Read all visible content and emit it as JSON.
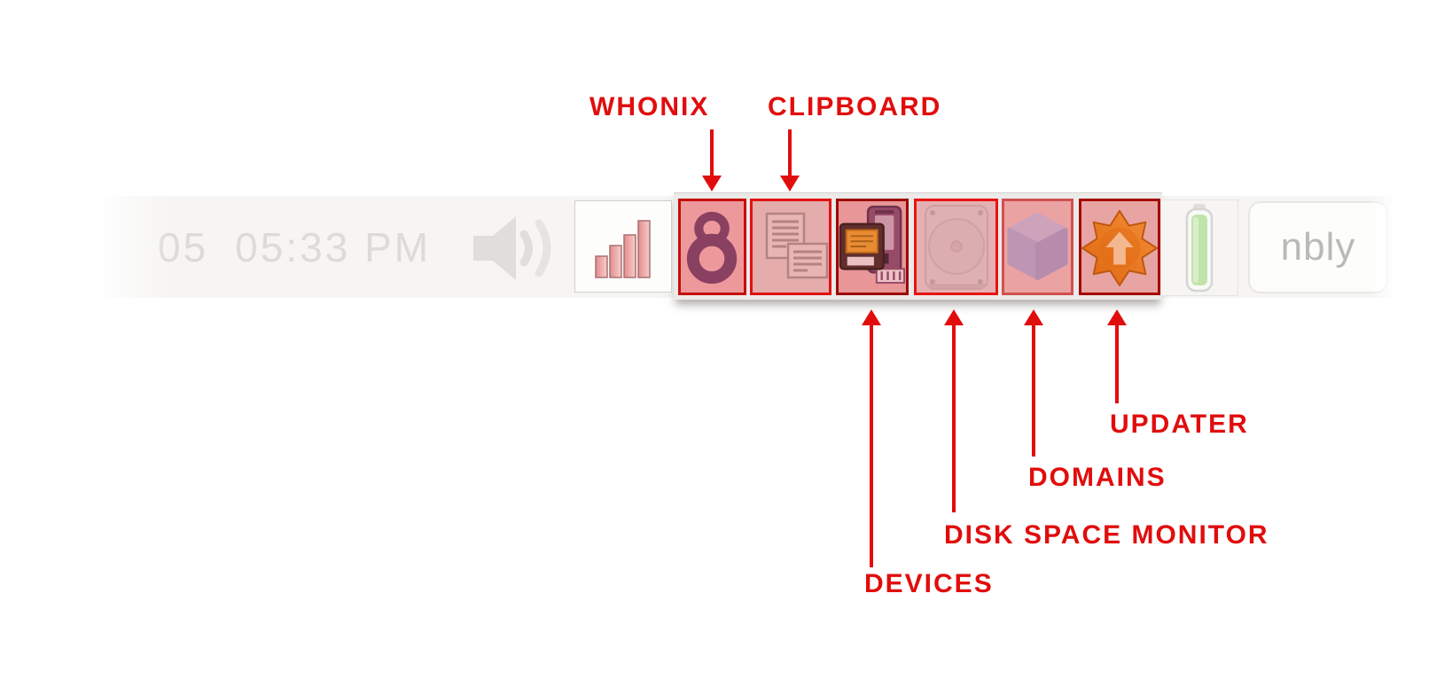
{
  "colors": {
    "annotation_red": "#e10d0d",
    "panel_bg": "#f6f5f3",
    "updater_orange": "#ee8019",
    "whonix_plum": "#7c3f66",
    "battery_green": "#bce3a4"
  },
  "annotations": {
    "whonix_label": "WHONIX",
    "clipboard_label": "CLIPBOARD",
    "devices_label": "DEVICES",
    "disk_label": "DISK SPACE MONITOR",
    "domains_label": "DOMAINS",
    "updater_label": "UPDATER"
  },
  "taskbar": {
    "clock_day": "05",
    "clock_time": "05:33 PM",
    "qube_button_label": "nbly",
    "tray_icons": [
      "volume",
      "network-signal",
      "whonix",
      "clipboard",
      "devices",
      "disk-space-monitor",
      "domains",
      "updater",
      "battery"
    ]
  }
}
